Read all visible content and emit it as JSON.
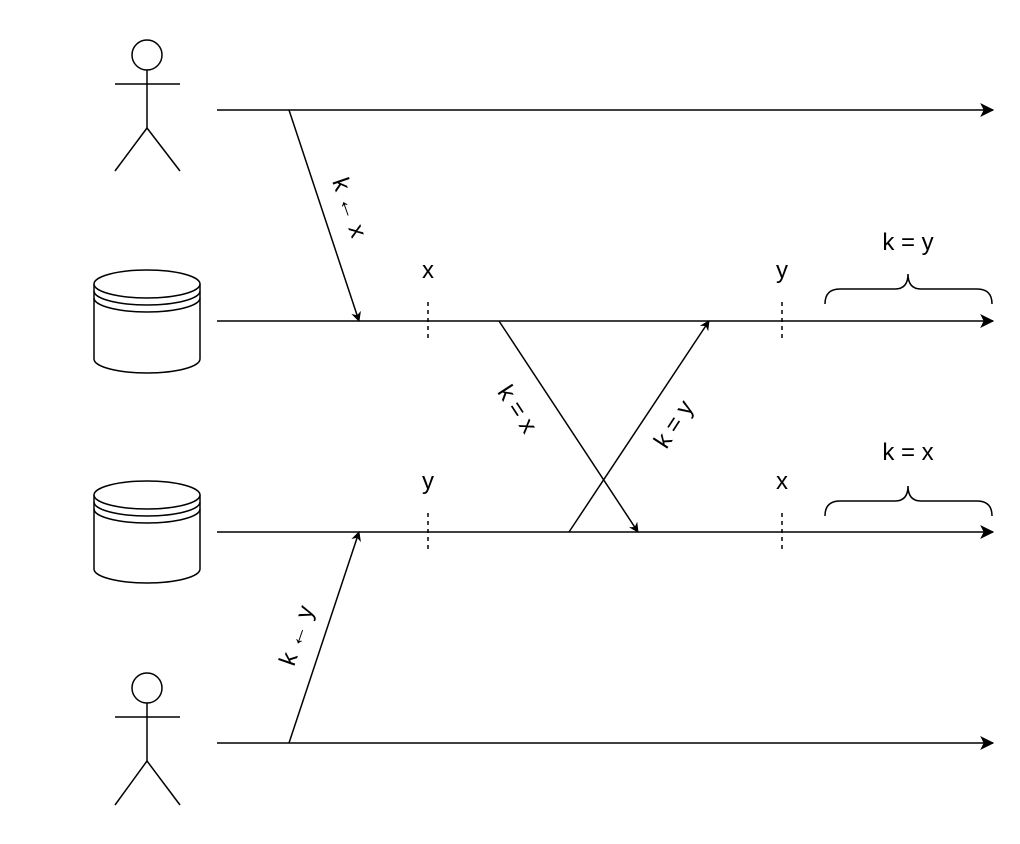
{
  "messages": {
    "client_a_write": "k ← x",
    "client_b_write": "k ← y",
    "replica_a_to_b": "k = x",
    "replica_b_to_a": "k = y"
  },
  "replica_a": {
    "first_event": "x",
    "second_event": "y",
    "final_state": "k = y"
  },
  "replica_b": {
    "first_event": "y",
    "second_event": "x",
    "final_state": "k = x"
  },
  "colors": {
    "stroke": "#000000",
    "background": "#ffffff"
  },
  "icons": {
    "client": "stick-figure-icon",
    "replica": "database-icon"
  }
}
